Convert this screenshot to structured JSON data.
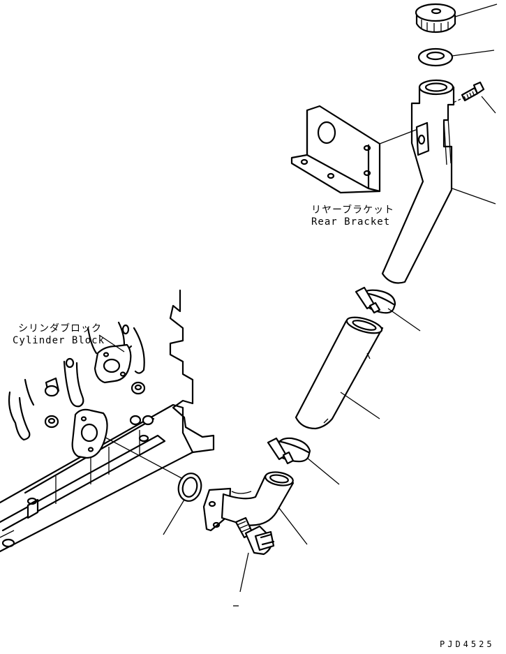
{
  "labels": {
    "rear_bracket_jp": "リヤーブラケット",
    "rear_bracket_en": "Rear Bracket",
    "cylinder_block_jp": "シリンダブロック",
    "cylinder_block_en": "Cylinder Block",
    "drawing_code": "PJD4525"
  }
}
